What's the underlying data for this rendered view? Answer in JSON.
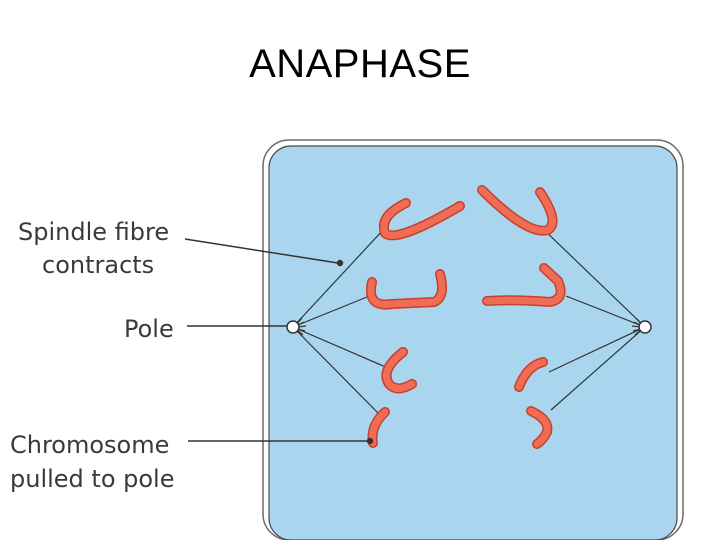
{
  "title": "ANAPHASE",
  "labels": {
    "spindle_line1": "Spindle  fibre",
    "spindle_line2": "contracts",
    "pole": "Pole",
    "chromosome_line1": "Chromosome",
    "chromosome_line2": "pulled to pole"
  },
  "colors": {
    "cell_fill": "#a9d6ee",
    "cell_border": "#4a4a4a",
    "chromosome": "#e85a40",
    "spindle": "#333333"
  }
}
